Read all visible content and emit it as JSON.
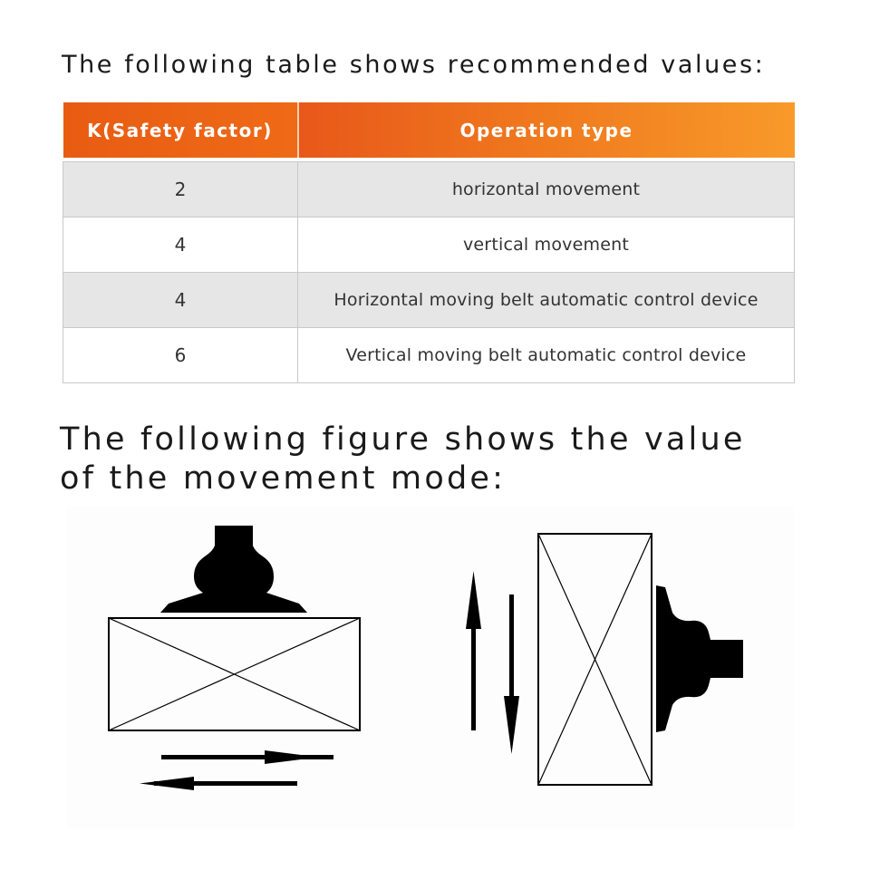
{
  "heading_table": "The following table shows recommended values:",
  "table": {
    "headers": [
      "K(Safety factor)",
      "Operation type"
    ],
    "rows": [
      {
        "k": "2",
        "op": "horizontal movement"
      },
      {
        "k": "4",
        "op": "vertical movement"
      },
      {
        "k": "4",
        "op": "Horizontal moving belt automatic control device"
      },
      {
        "k": "6",
        "op": "Vertical moving belt automatic control device"
      }
    ]
  },
  "heading_figure": {
    "line1": "The following figure shows the value",
    "line2": "of the movement mode:"
  },
  "colors": {
    "header_start": "#e8581a",
    "header_end": "#f89a2a",
    "row_shade": "#e6e6e6"
  },
  "figure": {
    "left_diagram": [
      "suction-cup-icon",
      "box-icon",
      "arrow-right-icon",
      "arrow-left-icon"
    ],
    "right_diagram": [
      "arrow-up-icon",
      "arrow-down-icon",
      "box-icon",
      "suction-cup-icon"
    ]
  }
}
